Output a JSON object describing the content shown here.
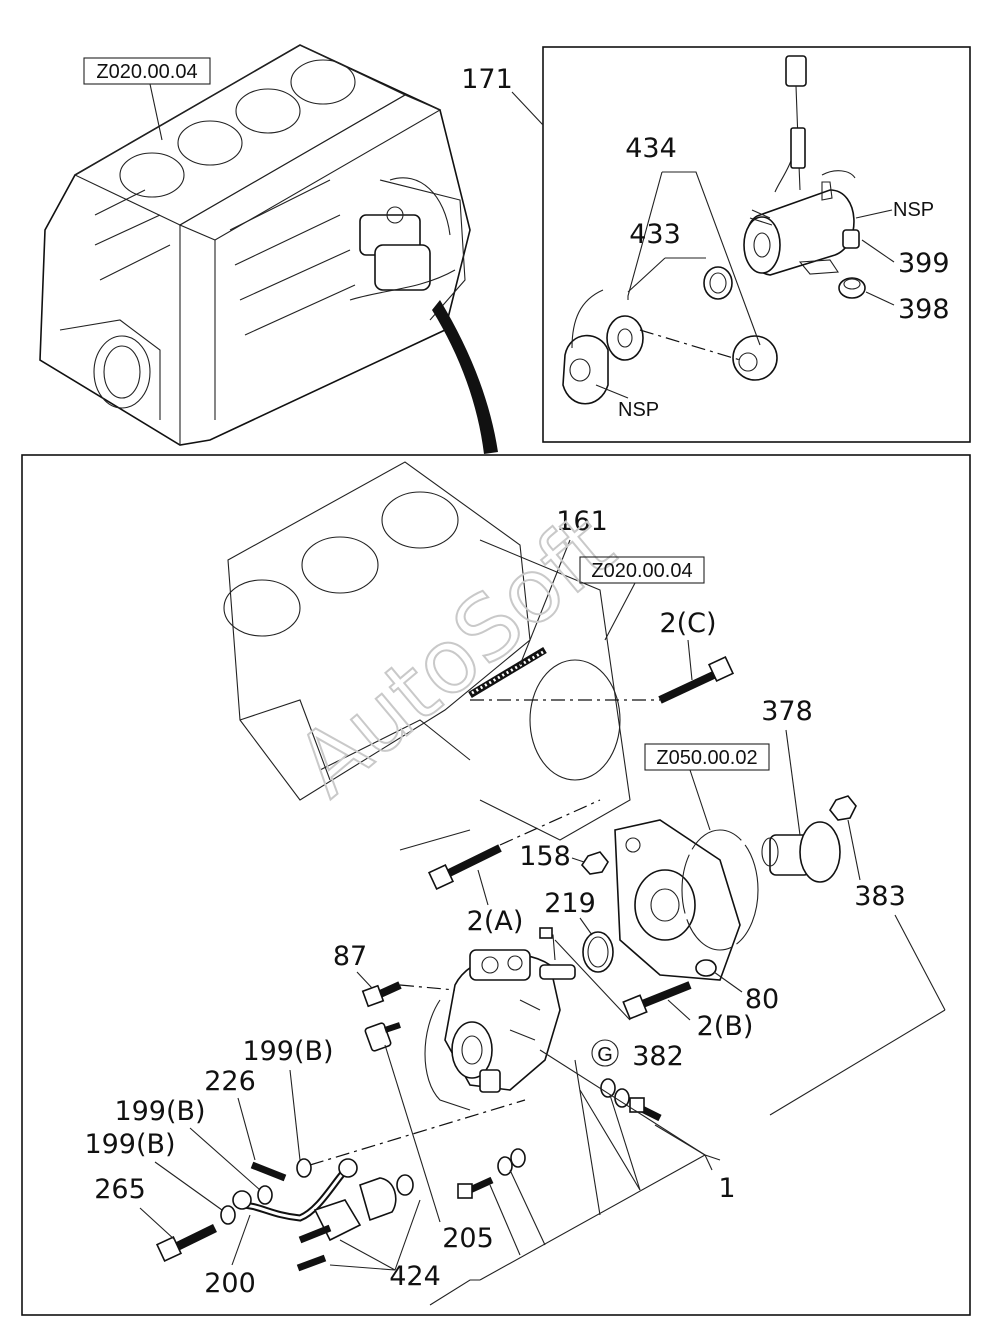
{
  "references": {
    "top_block": "Z020.00.04",
    "lower_block": "Z020.00.04",
    "flange": "Z050.00.02"
  },
  "watermark": "AutoSoft",
  "callouts": {
    "c171": "171",
    "c434": "434",
    "c433": "433",
    "nsp_top": "NSP",
    "c399": "399",
    "c398": "398",
    "nsp_bottom": "NSP",
    "c161": "161",
    "c2c": "2(C)",
    "c378": "378",
    "c383": "383",
    "c158": "158",
    "c2a": "2(A)",
    "c219": "219",
    "c80": "80",
    "c2b": "2(B)",
    "c87": "87",
    "c382": "382",
    "g_marker": "G",
    "c199b_1": "199(B)",
    "c226": "226",
    "c199b_2": "199(B)",
    "c199b_3": "199(B)",
    "c265": "265",
    "c200": "200",
    "c205": "205",
    "c424": "424",
    "c1": "1"
  }
}
